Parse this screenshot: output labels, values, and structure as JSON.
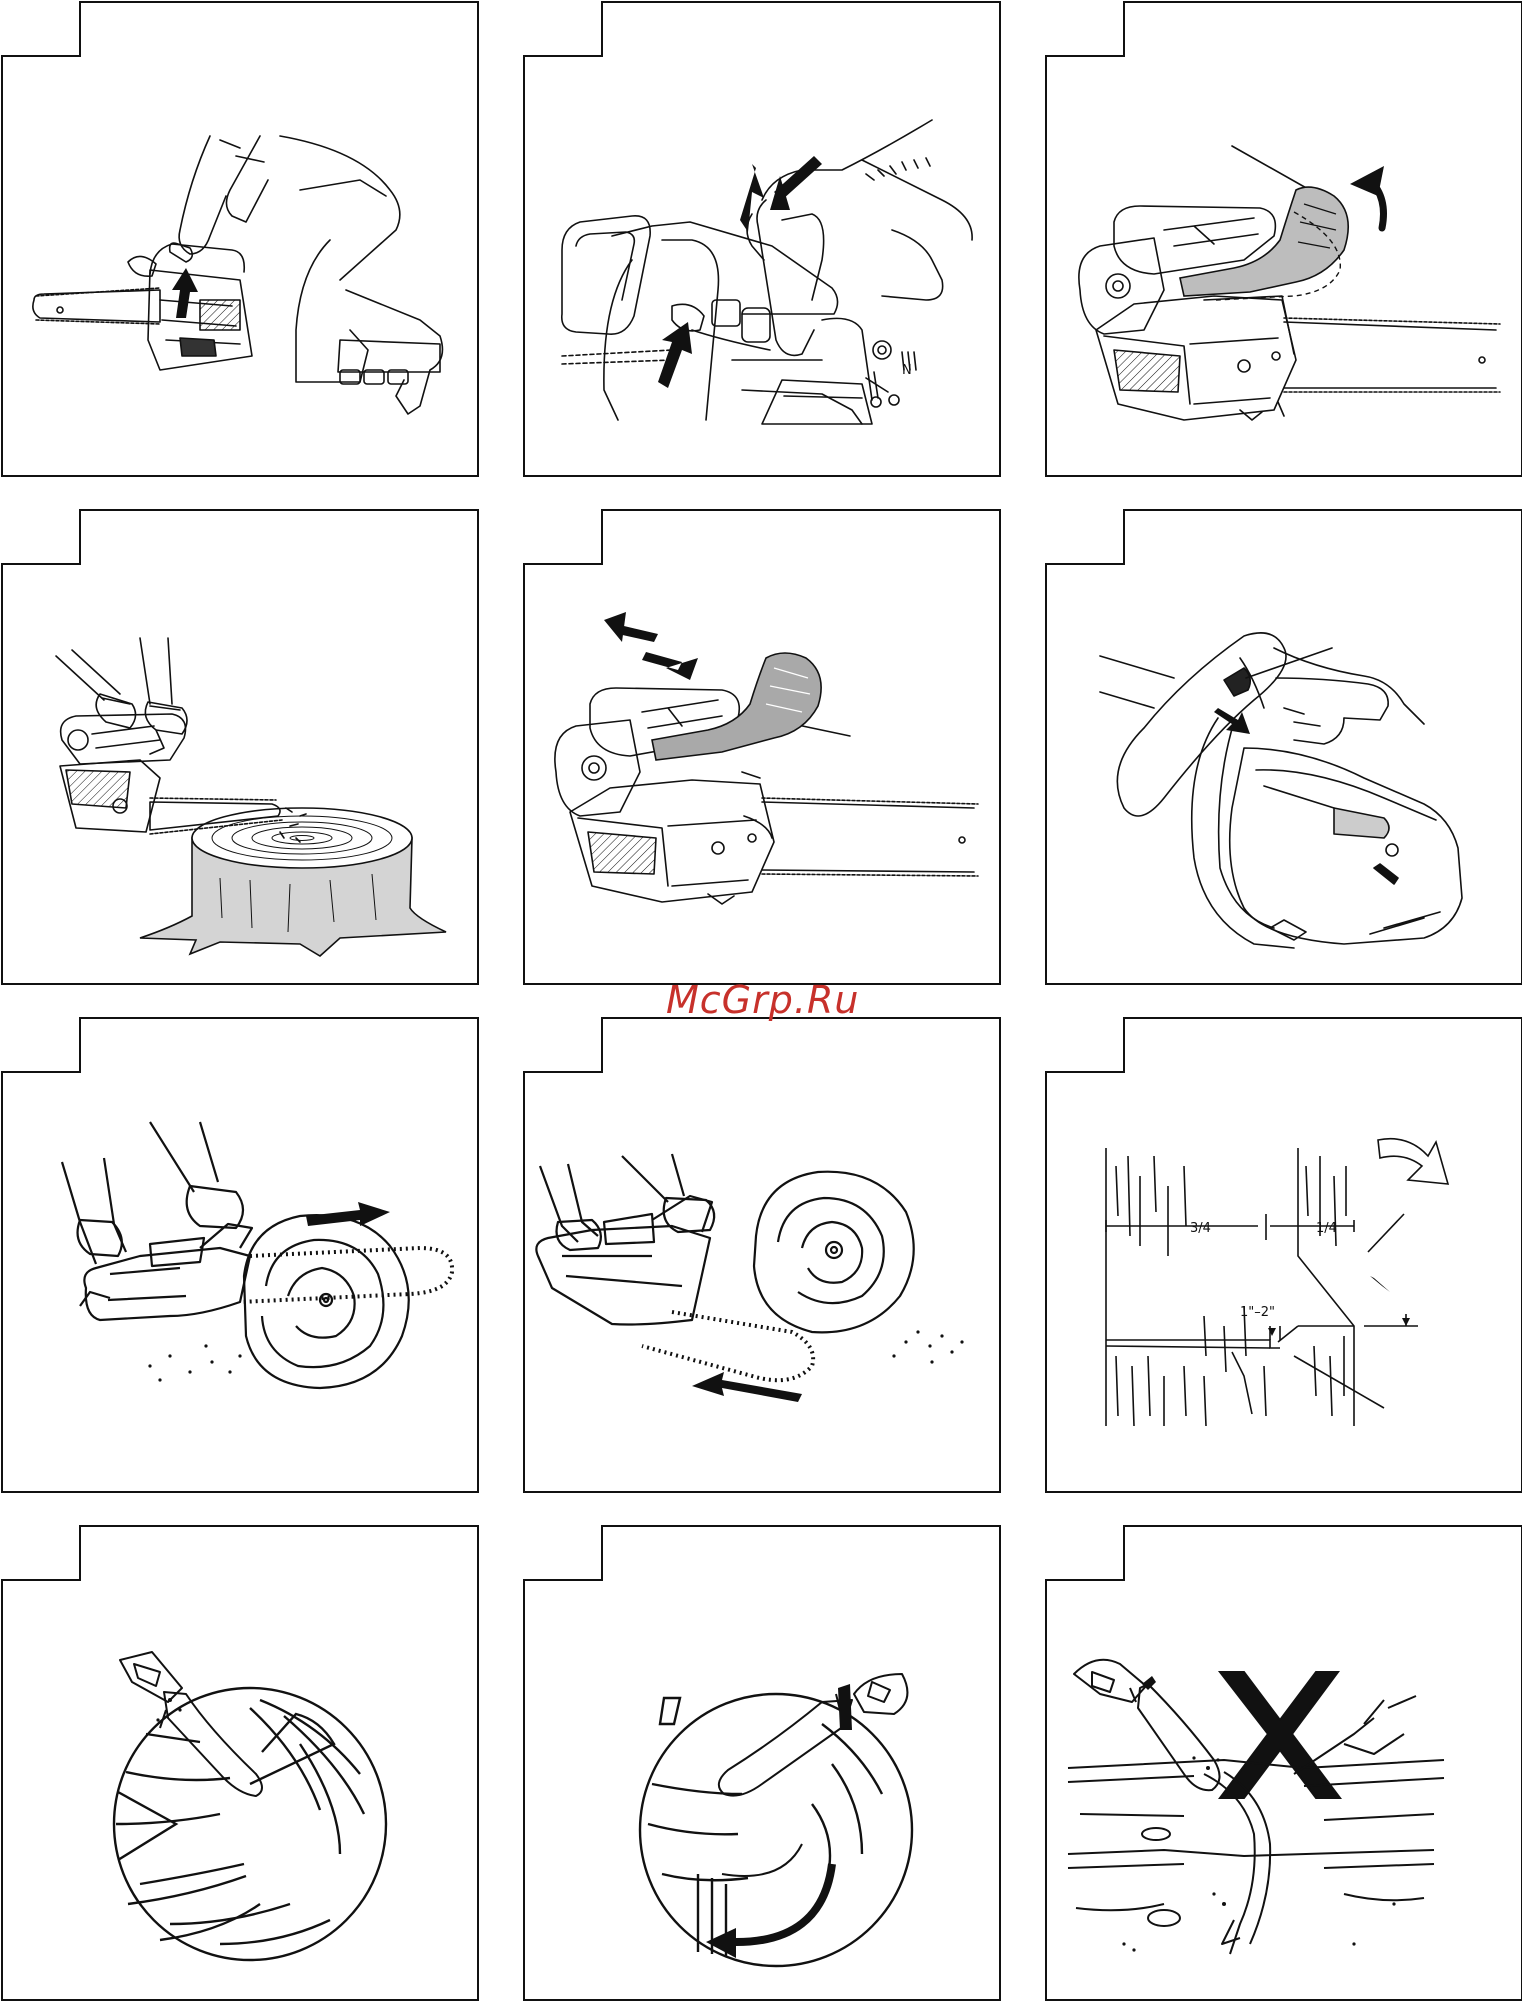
{
  "watermark": "McGrp.Ru",
  "colors": {
    "line": "#111111",
    "watermark": "#c7312b",
    "stump_fill": "#d4d4d4",
    "guard_fill": "#a9a9a9"
  },
  "panels": [
    {
      "id": "1",
      "subject": "chainsaw-chain-brake-release"
    },
    {
      "id": "2",
      "subject": "chainsaw-throttle-lockout"
    },
    {
      "id": "3",
      "subject": "chainsaw-chain-brake-engaged"
    },
    {
      "id": "4",
      "subject": "chainsaw-touch-stump-test"
    },
    {
      "id": "5",
      "subject": "chainsaw-brake-lever-direction"
    },
    {
      "id": "6",
      "subject": "chainsaw-stop-switch"
    },
    {
      "id": "7",
      "subject": "cutting-log-pull-stroke"
    },
    {
      "id": "8",
      "subject": "cutting-log-push-stroke"
    },
    {
      "id": "9",
      "subject": "felling-notch-diagram",
      "labels": {
        "three_quarter": "3/4",
        "one_quarter": "1/4",
        "hinge": "1\"–2\""
      }
    },
    {
      "id": "10",
      "subject": "cross-cut-top"
    },
    {
      "id": "11",
      "subject": "cross-cut-bottom"
    },
    {
      "id": "12",
      "subject": "kickback-warning",
      "mark": "X"
    }
  ]
}
